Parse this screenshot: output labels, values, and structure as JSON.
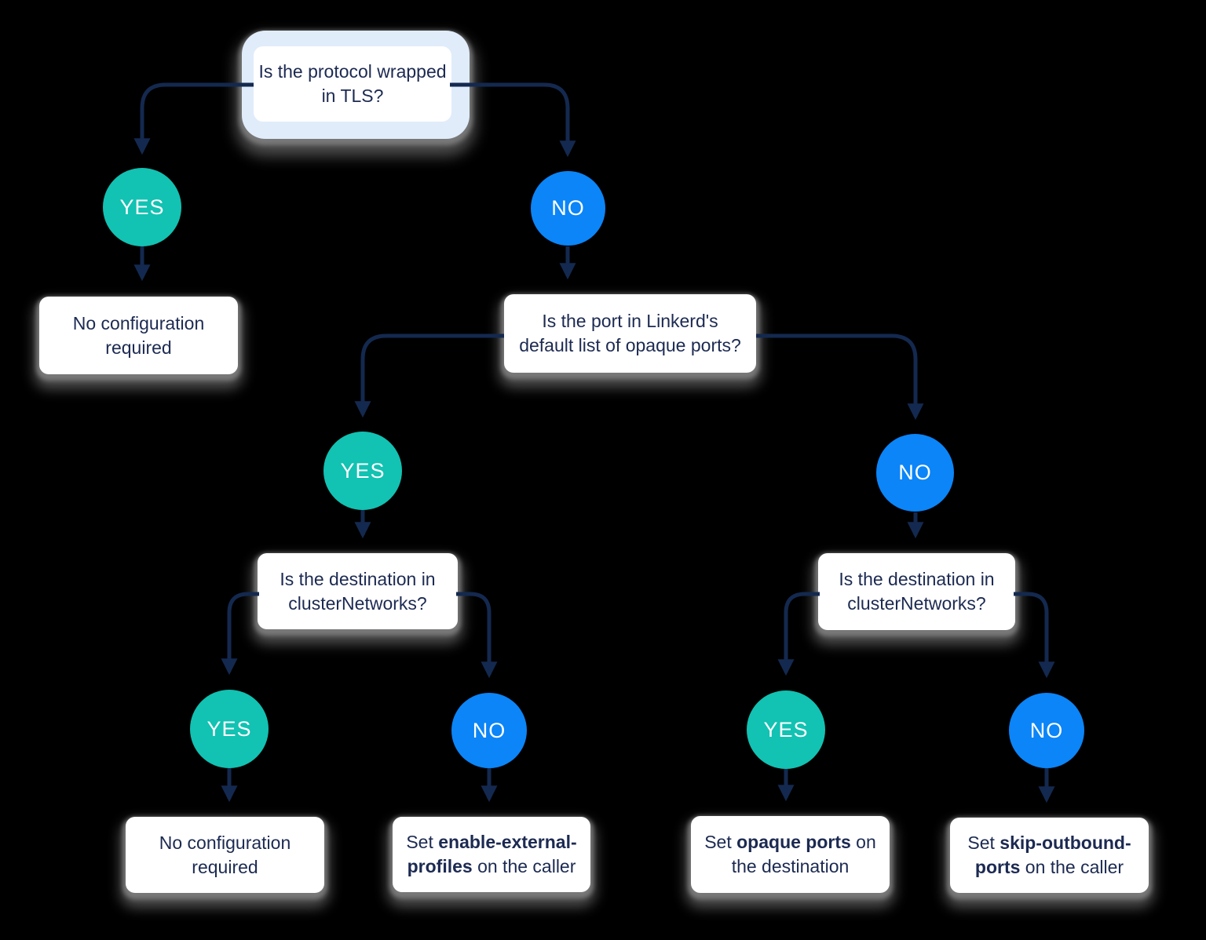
{
  "labels": {
    "yes": "YES",
    "no": "NO"
  },
  "colors": {
    "background": "#000000",
    "box_bg": "#FFFFFF",
    "root_highlight": "#E0ECFA",
    "yes_circle": "#12C2B2",
    "no_circle": "#0B85F8",
    "connector": "#14294F",
    "text": "#1C2A52",
    "shadow_gray": "#7D7D7D"
  },
  "nodes": {
    "root": {
      "label": "Is the protocol wrapped in TLS?"
    },
    "no_config_left": {
      "label": "No configuration required"
    },
    "opaque_ports_question": {
      "label": "Is the port in Linkerd's default list of opaque ports?"
    },
    "cluster_networks_left": {
      "label": "Is the destination in clusterNetworks?"
    },
    "cluster_networks_right": {
      "label": "Is the destination in clusterNetworks?"
    },
    "no_config_bottom": {
      "label": "No configuration required"
    },
    "set_enable_external_profiles": {
      "prefix": "Set ",
      "bold": "enable-external-profiles",
      "suffix": " on the caller"
    },
    "set_opaque_ports": {
      "prefix": "Set ",
      "bold": "opaque ports",
      "suffix": " on the destination"
    },
    "set_skip_outbound_ports": {
      "prefix": "Set ",
      "bold": "skip-outbound-ports",
      "suffix": " on the caller"
    }
  }
}
